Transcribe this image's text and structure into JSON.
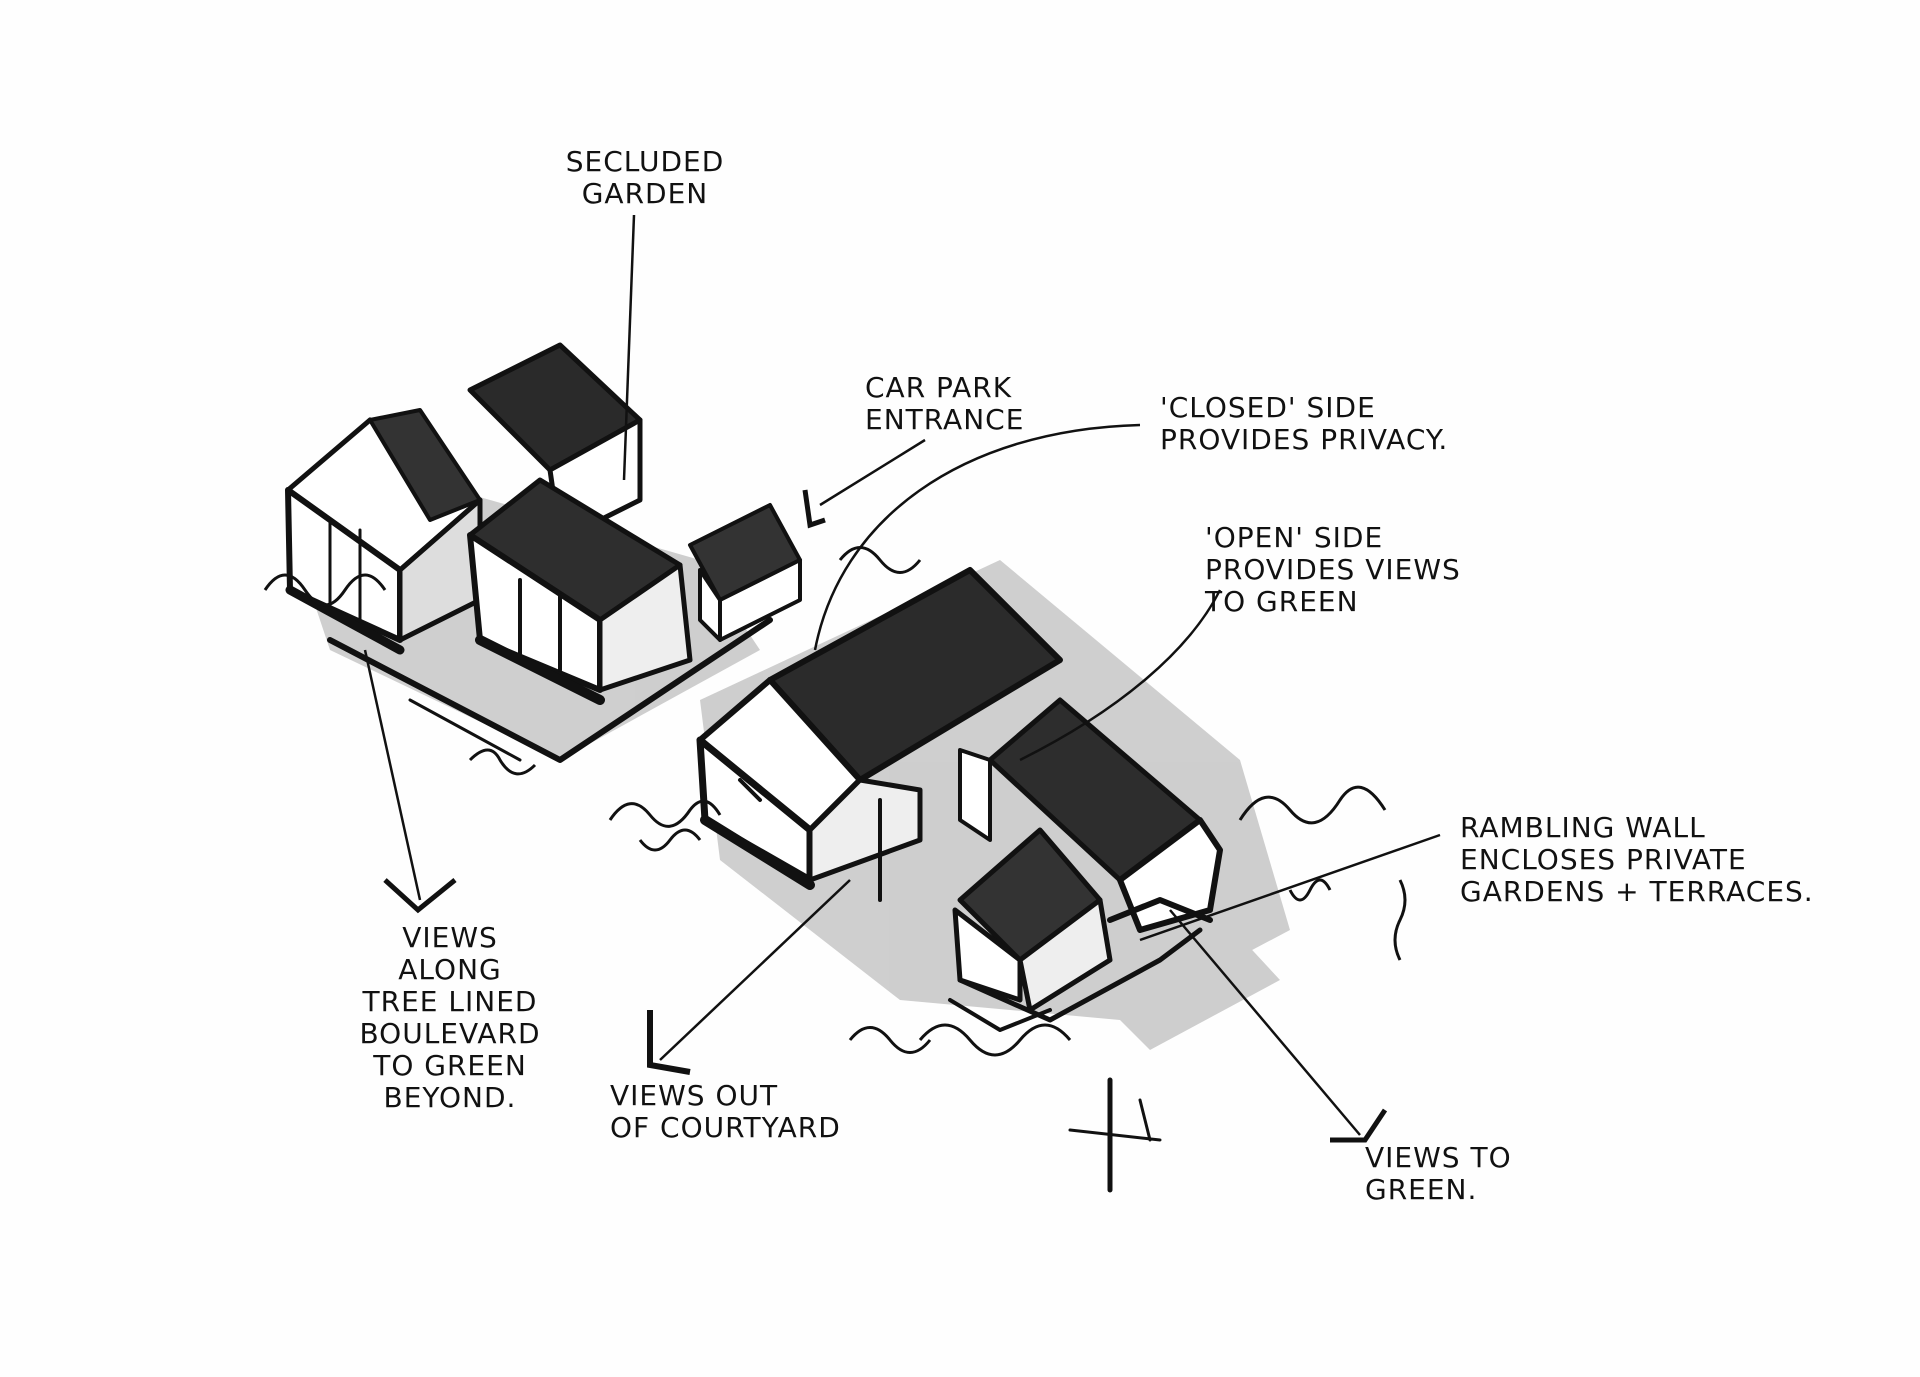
{
  "annotations": {
    "secluded_garden": "SECLUDED\nGARDEN",
    "car_park_entrance": "CAR PARK\nENTRANCE",
    "closed_side": "'CLOSED' SIDE\nPROVIDES PRIVACY.",
    "open_side": "'OPEN' SIDE\nPROVIDES VIEWS\nTO GREEN",
    "rambling_wall": "RAMBLING WALL\nENCLOSES PRIVATE\nGARDENS + TERRACES.",
    "views_boulevard": "VIEWS\nALONG\nTREE LINED\nBOULEVARD\nTO GREEN\nBEYOND.",
    "views_courtyard": "VIEWS OUT\nOF COURTYARD",
    "views_green": "VIEWS TO\nGREEN."
  },
  "colors": {
    "ink": "#111111",
    "marker_grey": "#9a9a9a",
    "paper": "#fefefe"
  }
}
